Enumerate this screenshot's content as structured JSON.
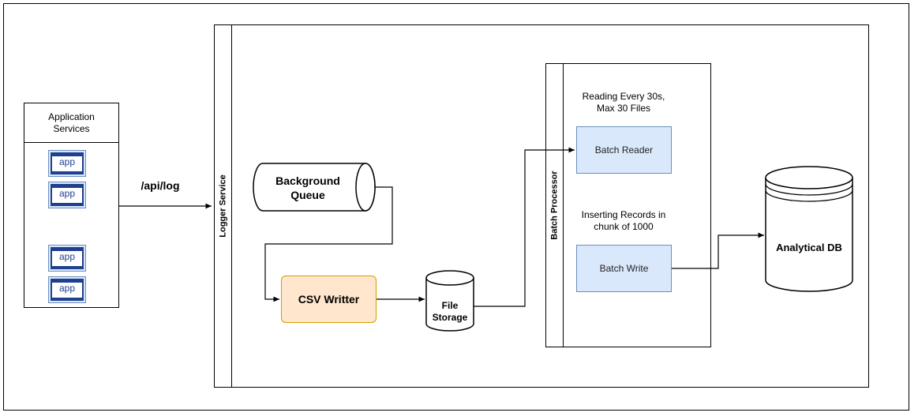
{
  "app_services": {
    "title": "Application Services",
    "apps": [
      "app",
      "app",
      "app",
      "app"
    ]
  },
  "edge_label": "/api/log",
  "logger_service": {
    "title": "Logger Service"
  },
  "background_queue": {
    "label": "Background Queue"
  },
  "csv_writer": {
    "label": "CSV Writter"
  },
  "file_storage": {
    "label_line1": "File",
    "label_line2": "Storage"
  },
  "batch_processor": {
    "title": "Batch Processor",
    "reader_note": "Reading Every 30s, Max 30 Files",
    "reader": "Batch Reader",
    "write_note": "Inserting Records in chunk of 1000",
    "writer": "Batch Write"
  },
  "analytical_db": {
    "label": "Analytical DB"
  },
  "colors": {
    "app_fill": "#dae8fc",
    "app_border": "#1f3f8f",
    "csv_fill": "#ffe6cc",
    "csv_border": "#d79b00",
    "batch_fill": "#dae8fc",
    "batch_border": "#6c8ebf"
  }
}
